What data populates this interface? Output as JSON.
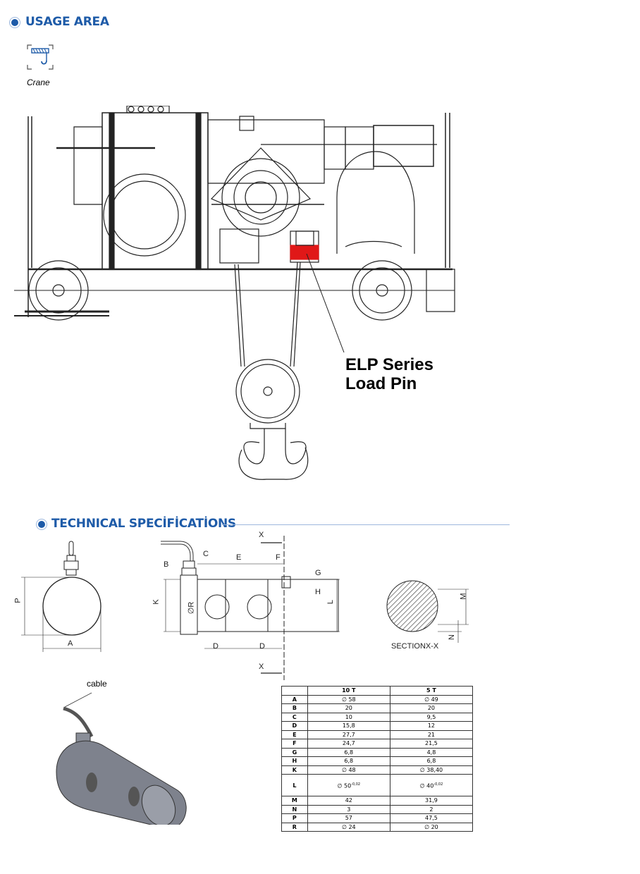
{
  "usage": {
    "title": "USAGE AREA",
    "crane_label": "Crane",
    "callout_line1": "ELP Series",
    "callout_line2": "Load Pin"
  },
  "tech": {
    "title": "TECHNICAL SPECİFİCATİONS",
    "dims": {
      "P": "P",
      "A": "A",
      "B": "B",
      "C": "C",
      "E": "E",
      "F": "F",
      "G": "G",
      "H": "H",
      "K": "K",
      "L": "L",
      "R": "∅R",
      "D1": "D",
      "D2": "D",
      "X1": "X",
      "X2": "X",
      "M": "M",
      "N": "N"
    },
    "section_label": "SECTIONX-X",
    "cable_label": "cable"
  },
  "table": {
    "headers": [
      "",
      "10 T",
      "5 T"
    ],
    "rows": [
      {
        "k": "A",
        "t10": "∅ 58",
        "t5": "∅ 49"
      },
      {
        "k": "B",
        "t10": "20",
        "t5": "20"
      },
      {
        "k": "C",
        "t10": "10",
        "t5": "9,5"
      },
      {
        "k": "D",
        "t10": "15,8",
        "t5": "12"
      },
      {
        "k": "E",
        "t10": "27,7",
        "t5": "21"
      },
      {
        "k": "F",
        "t10": "24,7",
        "t5": "21,5"
      },
      {
        "k": "G",
        "t10": "6,8",
        "t5": "4,8"
      },
      {
        "k": "H",
        "t10": "6,8",
        "t5": "6,8"
      },
      {
        "k": "K",
        "t10": "∅ 48",
        "t5": "∅ 38,40"
      },
      {
        "k": "L",
        "t10": "∅ 50",
        "t10_tol": "-0,02",
        "t5": "∅ 40",
        "t5_tol": "-0,02"
      },
      {
        "k": "M",
        "t10": "42",
        "t5": "31,9"
      },
      {
        "k": "N",
        "t10": "3",
        "t5": "2"
      },
      {
        "k": "P",
        "t10": "57",
        "t5": "47,5"
      },
      {
        "k": "R",
        "t10": "∅ 24",
        "t5": "∅ 20"
      }
    ]
  },
  "colors": {
    "brand_blue": "#1e5ba8",
    "highlight_red": "#e01818"
  }
}
